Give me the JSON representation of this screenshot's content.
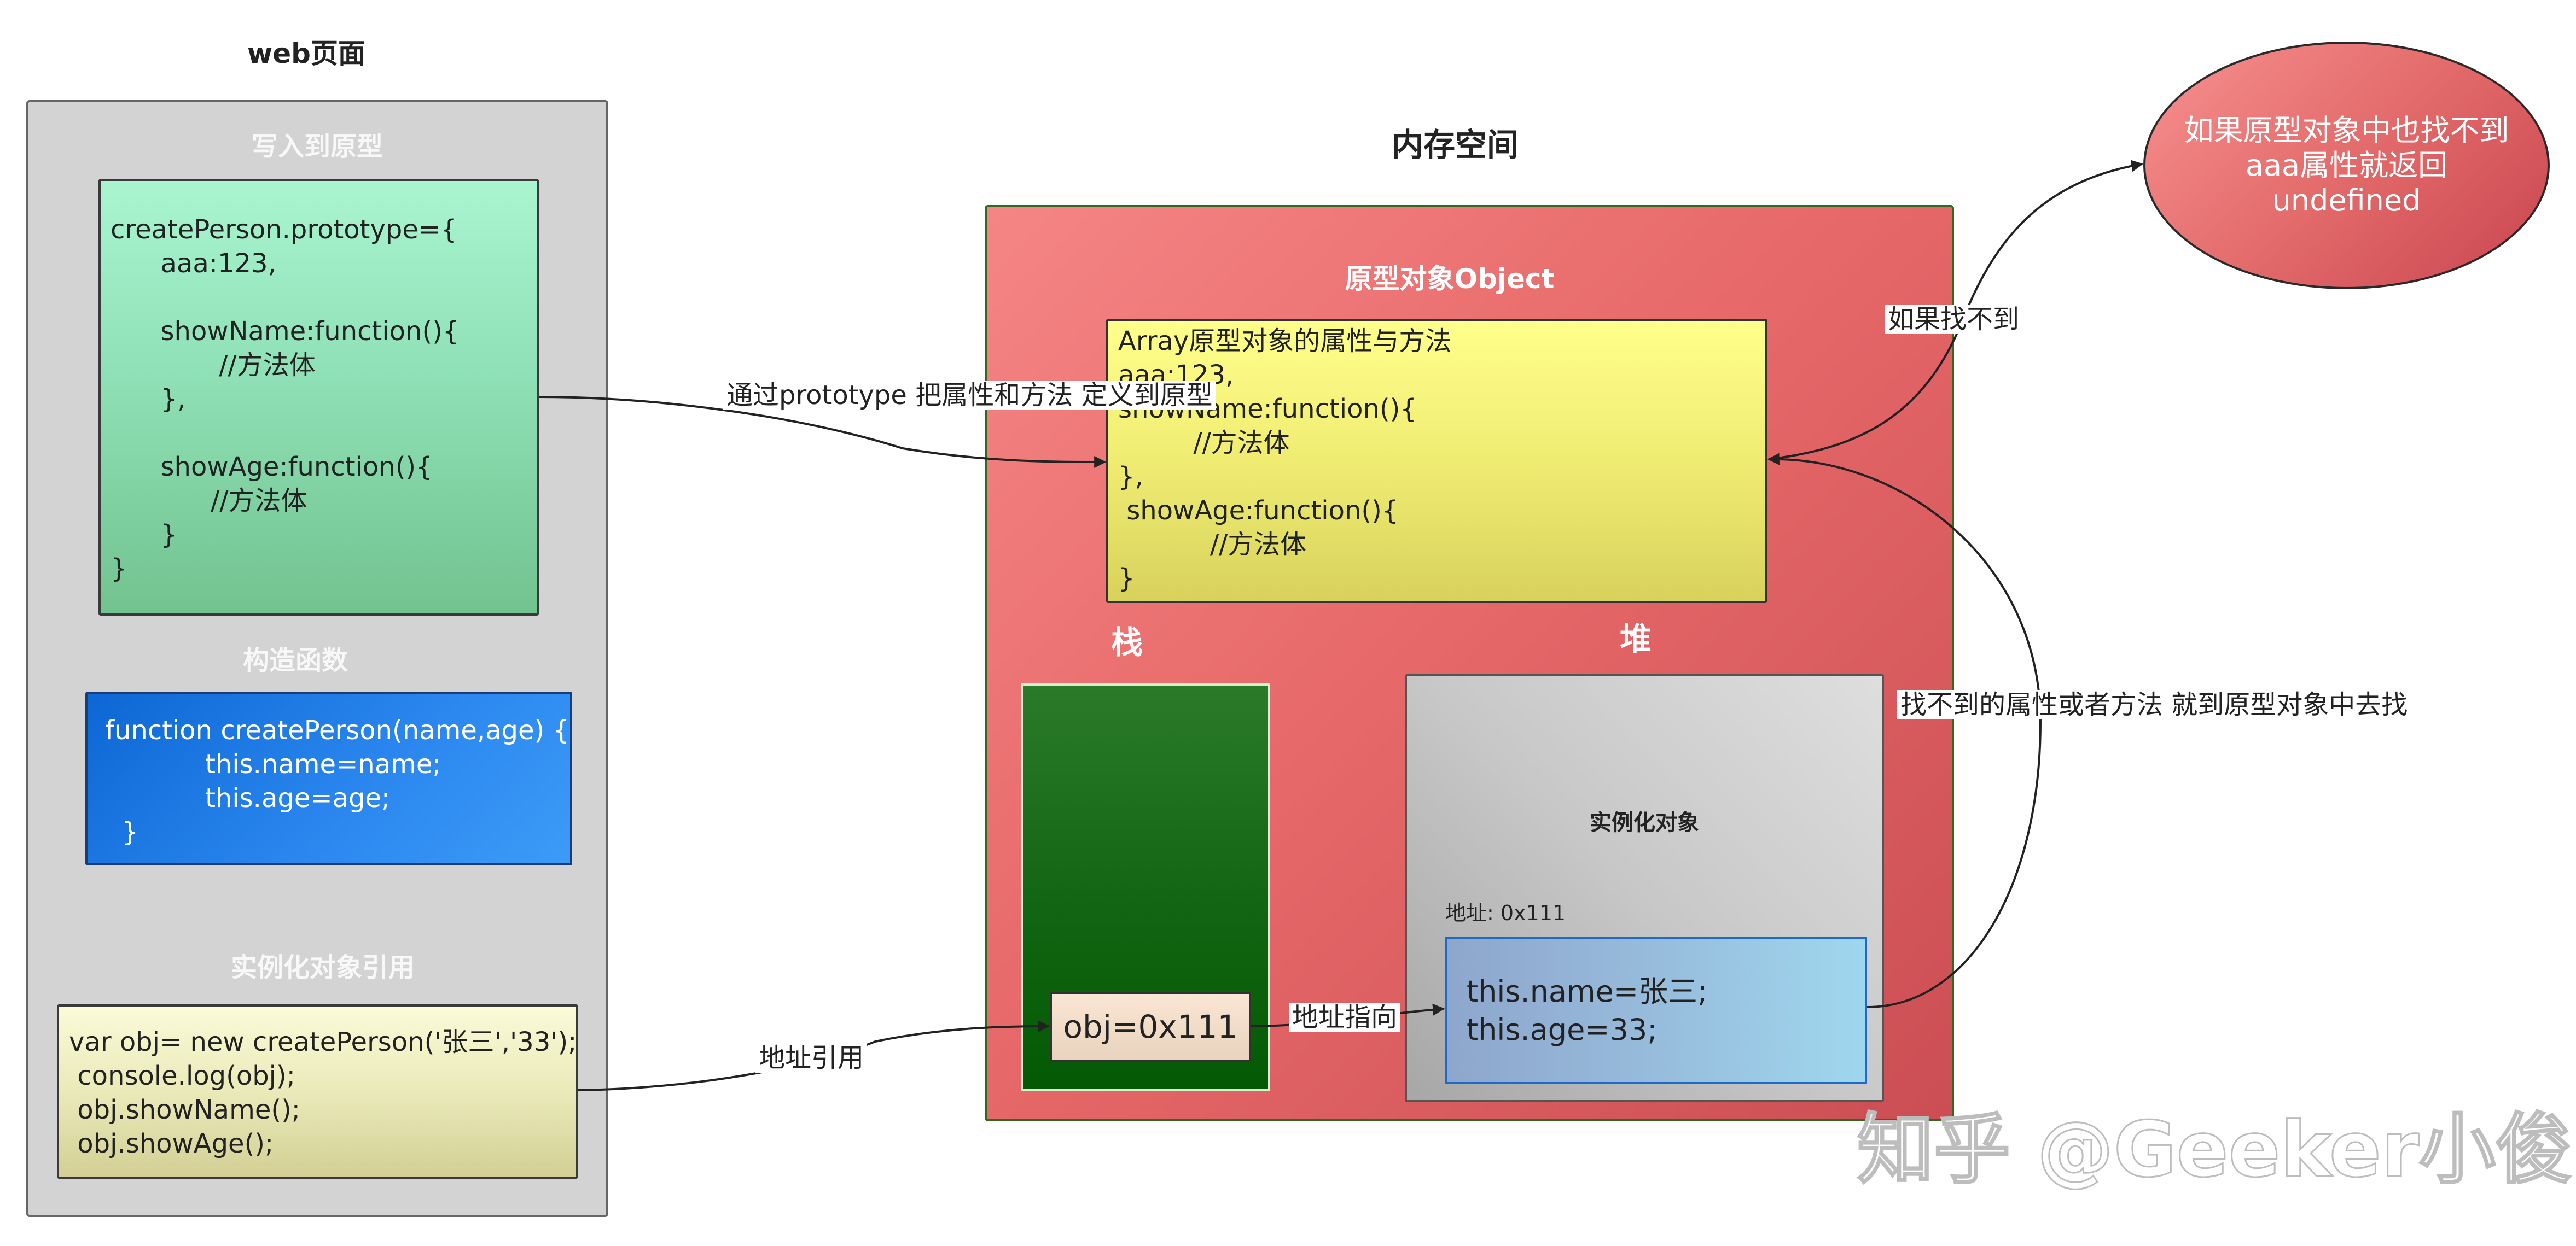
{
  "web_panel": {
    "title": "web页面",
    "prototype_section": {
      "title": "写入到原型",
      "code": "createPerson.prototype={\n      aaa:123,\n\n      showName:function(){\n             //方法体\n      },\n\n      showAge:function(){\n            //方法体\n      }\n}"
    },
    "constructor_section": {
      "title": "构造函数",
      "code": "function createPerson(name,age) {\n            this.name=name;\n            this.age=age;\n  }"
    },
    "instance_ref_section": {
      "title": "实例化对象引用",
      "code": "var obj= new createPerson('张三','33');\n console.log(obj);\n obj.showName();\n obj.showAge();"
    }
  },
  "memory_panel": {
    "title": "内存空间",
    "prototype_object": {
      "title": "原型对象Object",
      "code": "Array原型对象的属性与方法\naaa:123,\nshowName:function(){\n         //方法体\n},\n showAge:function(){\n           //方法体\n}"
    },
    "stack": {
      "label": "栈",
      "ref": "obj=0x111"
    },
    "heap": {
      "label": "堆",
      "instance_title": "实例化对象",
      "address": "地址: 0x111",
      "instance_code": "this.name=张三;\nthis.age=33;"
    }
  },
  "undefined_node": {
    "text": "如果原型对象中也找不到\naaa属性就返回\nundefined"
  },
  "edge_labels": {
    "define_prototype": "通过prototype\n把属性和方法\n定义到原型",
    "address_reference": "地址引用",
    "address_pointing": "地址指向",
    "lookup_prototype": "找不到的属性或者方法\n就到原型对象中去找",
    "not_found": "如果找不到"
  },
  "watermark": "知乎 @Geeker小俊",
  "colors": {
    "web_panel": "#d3d3d3",
    "prototype_box": "#8fe0b6",
    "constructor_box": "#2a86ee",
    "instance_ref_box": "#e8e8b6",
    "memory_panel": "#e76969",
    "prototype_object_box": "#f0ec72",
    "stack": "#126512",
    "heap": "#c8c8c8",
    "instance_box": "#97bcdc",
    "undefined_node": "#e36b6b"
  }
}
